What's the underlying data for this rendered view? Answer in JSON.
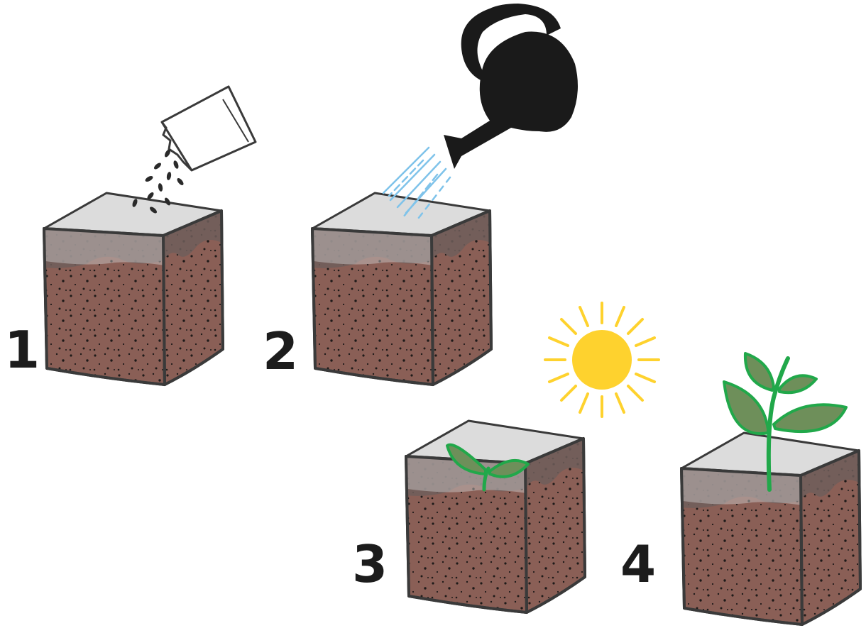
{
  "steps": [
    {
      "number": "1",
      "illustration": "seed-packet-icon"
    },
    {
      "number": "2",
      "illustration": "watering-can-icon"
    },
    {
      "number": "3",
      "illustration": "seedling-icon"
    },
    {
      "number": "4",
      "illustration": "young-plant-icon"
    }
  ],
  "extras": {
    "sun": "sun-icon"
  },
  "colors": {
    "soil": "#8a5f56",
    "soil_dark": "#6e5e5b",
    "outline": "#3a3a3a",
    "glass": "#d9d9d9",
    "leaf": "#6e8f5a",
    "leaf_outline": "#21a84a",
    "sun": "#fed22e",
    "water": "#7fc3ea",
    "can": "#1a1a1a"
  }
}
